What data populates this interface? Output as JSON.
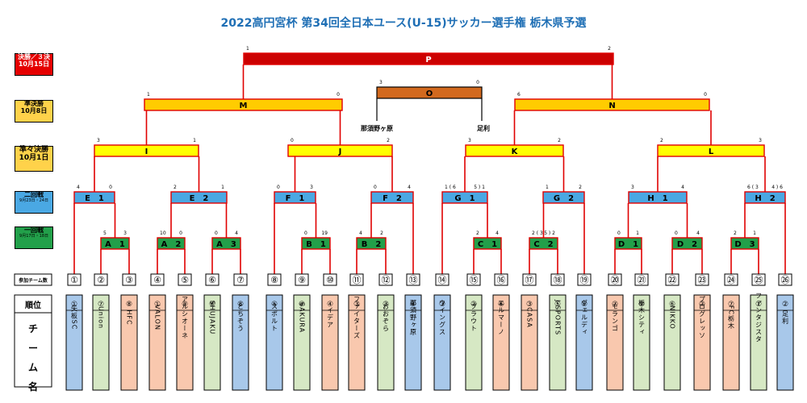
{
  "title": "2022高円宮杯 第34回全日本ユース(U-15)サッカー選手権 栃木県予選",
  "round_labels": {
    "final": {
      "line1": "決勝／３決",
      "line2": "10月15日"
    },
    "semi": {
      "line1": "準決勝",
      "line2": "10月8日"
    },
    "qf": {
      "line1": "準々決勝",
      "line2": "10月1日"
    },
    "r2": {
      "line1": "二回戦",
      "line2": "9月23日・24日"
    },
    "r1": {
      "line1": "一回戦",
      "line2": "9月17日・18日"
    },
    "entries": "参加チーム数",
    "rank": "順位",
    "team_name": "チーム名"
  },
  "colors": {
    "final": "#cc0000",
    "third": "#d2691e",
    "semi": "#ffcc00",
    "qf": "#ffff00",
    "r2": "#4aa8e3",
    "r1": "#22a04a",
    "line": "#e00000",
    "blue": "#a8c8ea",
    "green": "#d6e8c4",
    "orange": "#f9c8ae"
  },
  "matches": {
    "P": {
      "label": "P",
      "s1": "1",
      "s2": "2"
    },
    "O": {
      "label": "O",
      "s1": "3",
      "s2": "0"
    },
    "M": {
      "label": "M",
      "s1": "1",
      "s2": "0"
    },
    "N": {
      "label": "N",
      "s1": "6",
      "s2": "0"
    },
    "I": {
      "label": "I",
      "s1": "3",
      "s2": "1"
    },
    "J": {
      "label": "J",
      "s1": "0",
      "s2": "2"
    },
    "K": {
      "label": "K",
      "s1": "3",
      "s2": "2"
    },
    "L": {
      "label": "L",
      "s1": "2",
      "s2": "3"
    },
    "E1": {
      "label": "E　1",
      "s1": "4",
      "s2": "0"
    },
    "E2": {
      "label": "E　2",
      "s1": "2",
      "s2": "1"
    },
    "F1": {
      "label": "F　1",
      "s1": "0",
      "s2": "3"
    },
    "F2": {
      "label": "F　2",
      "s1": "0",
      "s2": "4"
    },
    "G1": {
      "label": "G　1",
      "s1": "1 ( 6",
      "s2": "5 ) 1"
    },
    "G2": {
      "label": "G　2",
      "s1": "1",
      "s2": "2"
    },
    "H1": {
      "label": "H　1",
      "s1": "3",
      "s2": "4"
    },
    "H2": {
      "label": "H　2",
      "s1": "6 ( 3",
      "s2": "4 ) 6"
    },
    "A1": {
      "label": "A　1",
      "s1": "5",
      "s2": "3"
    },
    "A2": {
      "label": "A　2",
      "s1": "10",
      "s2": "0"
    },
    "A3": {
      "label": "A　3",
      "s1": "0",
      "s2": "4"
    },
    "B1": {
      "label": "B　1",
      "s1": "0",
      "s2": "19"
    },
    "B2": {
      "label": "B　2",
      "s1": "4",
      "s2": "2"
    },
    "C1": {
      "label": "C　1",
      "s1": "2",
      "s2": "4"
    },
    "C2": {
      "label": "C　2",
      "s1": "2 ( 3",
      "s2": "5 ) 2"
    },
    "D1": {
      "label": "D　1",
      "s1": "0",
      "s2": "1"
    },
    "D2": {
      "label": "D　2",
      "s1": "0",
      "s2": "4"
    },
    "D3": {
      "label": "D　3",
      "s1": "2",
      "s2": "1"
    }
  },
  "semi_losers": {
    "left": "那須野ヶ原",
    "right": "足利"
  },
  "teams": [
    {
      "num": "①",
      "rank": "①",
      "name": "矢板SC",
      "color": "blue"
    },
    {
      "num": "②",
      "rank": "⑦",
      "name": "Union",
      "color": "green"
    },
    {
      "num": "③",
      "rank": "⑧",
      "name": "HFC",
      "color": "orange"
    },
    {
      "num": "④",
      "rank": "①",
      "name": "VALON",
      "color": "orange"
    },
    {
      "num": "⑤",
      "rank": "⑨",
      "name": "アルシオーネ",
      "color": "orange"
    },
    {
      "num": "⑥",
      "rank": "⑧",
      "name": "SHUJAKU",
      "color": "green"
    },
    {
      "num": "⑦",
      "rank": "⑧",
      "name": "とちぞう",
      "color": "blue"
    },
    {
      "num": "⑧",
      "rank": "⑤",
      "name": "スポルト",
      "color": "blue"
    },
    {
      "num": "⑨",
      "rank": "④",
      "name": "SAKURA",
      "color": "green"
    },
    {
      "num": "⑩",
      "rank": "④",
      "name": "イデア",
      "color": "orange"
    },
    {
      "num": "⑪",
      "rank": "③",
      "name": "ファイターズ",
      "color": "orange"
    },
    {
      "num": "⑫",
      "rank": "③",
      "name": "おおぞら",
      "color": "green"
    },
    {
      "num": "⑬",
      "rank": "④",
      "name": "那須野ヶ原",
      "color": "blue"
    },
    {
      "num": "⑭",
      "rank": "③",
      "name": "ウイングス",
      "color": "blue"
    },
    {
      "num": "⑮",
      "rank": "②",
      "name": "ブラウト",
      "color": "green"
    },
    {
      "num": "⑯",
      "rank": "⑥",
      "name": "エルマーノ",
      "color": "orange"
    },
    {
      "num": "⑰",
      "rank": "③",
      "name": "CASA",
      "color": "orange"
    },
    {
      "num": "⑱",
      "rank": "⑤",
      "name": "J-SPORTS",
      "color": "green"
    },
    {
      "num": "⑲",
      "rank": "⑥",
      "name": "ヴェルディ",
      "color": "blue"
    },
    {
      "num": "⑳",
      "rank": "⑦",
      "name": "モランゴ",
      "color": "orange"
    },
    {
      "num": "㉑",
      "rank": "⑨",
      "name": "栃木シティ",
      "color": "green"
    },
    {
      "num": "㉒",
      "rank": "⑥",
      "name": "NIKKO",
      "color": "green"
    },
    {
      "num": "㉓",
      "rank": "②",
      "name": "プログレッソ",
      "color": "orange"
    },
    {
      "num": "㉔",
      "rank": "⑦",
      "name": "FC栃木",
      "color": "orange"
    },
    {
      "num": "㉕",
      "rank": "①",
      "name": "ファンタジスタ",
      "color": "green"
    },
    {
      "num": "㉖",
      "rank": "②",
      "name": "足利",
      "color": "blue"
    }
  ]
}
